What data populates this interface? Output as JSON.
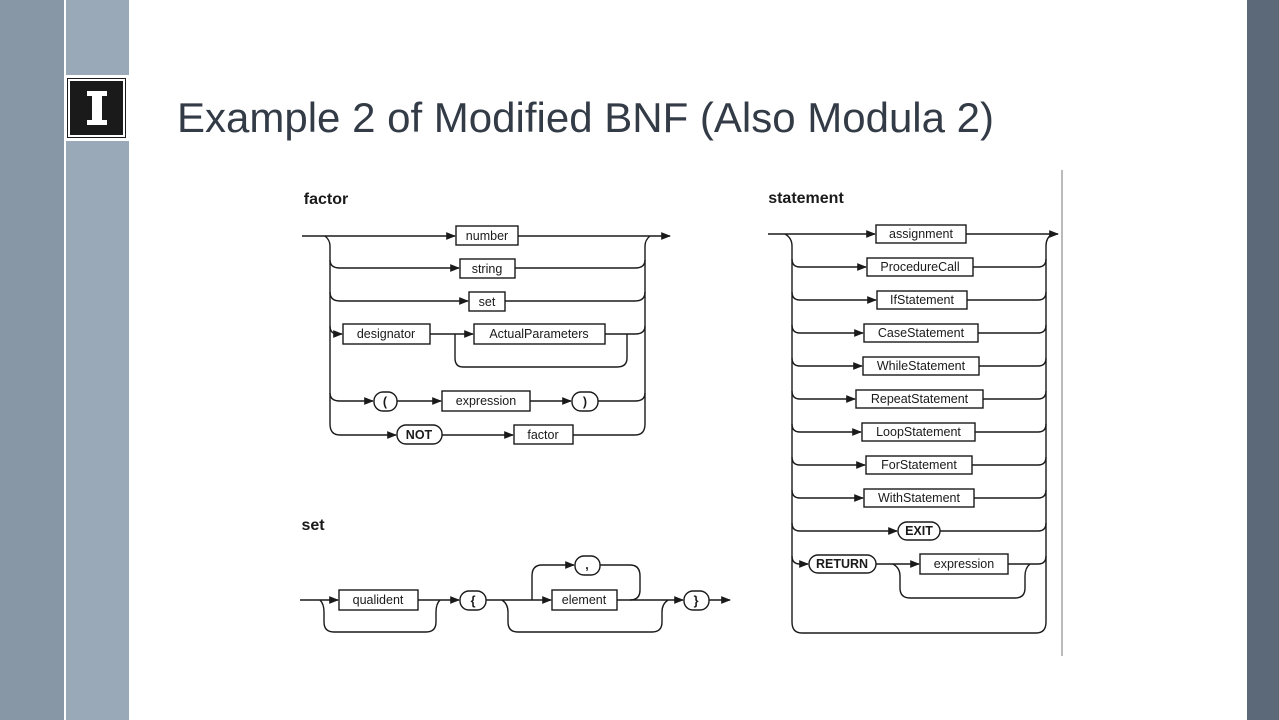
{
  "slide": {
    "title": "Example 2 of Modified BNF (Also Modula 2)"
  },
  "logo": {
    "letter": "I"
  },
  "colors": {
    "left_band": "#9aa9b7",
    "right_band": "#5c6978",
    "title": "#333b47",
    "ink": "#1a1a1a"
  },
  "diagrams": {
    "factor": {
      "heading": "factor",
      "number": "number",
      "string": "string",
      "set": "set",
      "designator": "designator",
      "actual_parameters": "ActualParameters",
      "lparen": "(",
      "expression": "expression",
      "rparen": ")",
      "not": "NOT",
      "factor": "factor"
    },
    "set": {
      "heading": "set",
      "qualident": "qualident",
      "lbrace": "{",
      "comma": ",",
      "element": "element",
      "rbrace": "}"
    },
    "statement": {
      "heading": "statement",
      "items": [
        "assignment",
        "ProcedureCall",
        "IfStatement",
        "CaseStatement",
        "WhileStatement",
        "RepeatStatement",
        "LoopStatement",
        "ForStatement",
        "WithStatement"
      ],
      "exit": "EXIT",
      "return": "RETURN",
      "expression": "expression"
    }
  }
}
